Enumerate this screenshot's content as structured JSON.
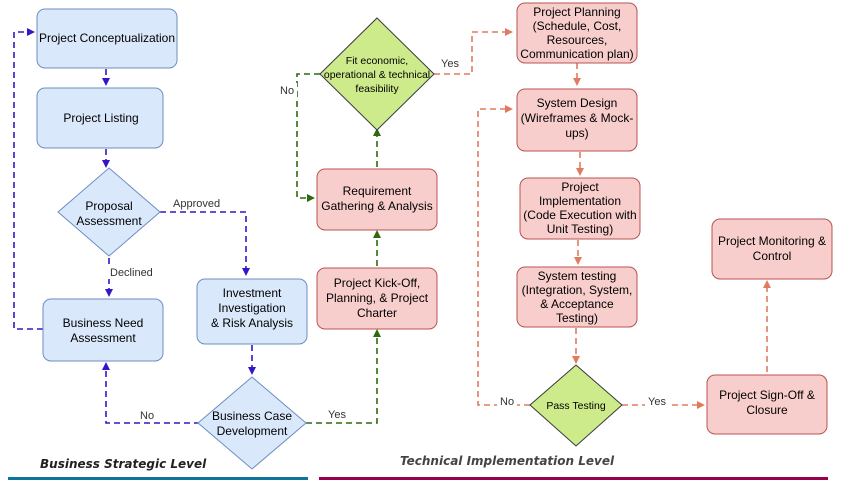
{
  "nodes": {
    "project_conceptualization": "Project Conceptualization",
    "project_listing": "Project Listing",
    "proposal_assessment": [
      "Proposal",
      "Assessment"
    ],
    "business_need_assessment": [
      "Business Need",
      "Assessment"
    ],
    "investment_investigation": [
      "Investment",
      "Investigation",
      "& Risk Analysis"
    ],
    "business_case_development": [
      "Business Case",
      "Development"
    ],
    "fit_feasibility": [
      "Fit economic,",
      "operational & technical",
      "feasibility"
    ],
    "requirement_gathering": [
      "Requirement",
      "Gathering & Analysis"
    ],
    "project_kickoff": [
      "Project Kick-Off,",
      "Planning, & Project",
      "Charter"
    ],
    "project_planning": [
      "Project Planning",
      "(Schedule, Cost,",
      "Resources,",
      "Communication plan)"
    ],
    "system_design": [
      "System Design",
      "(Wireframes & Mock-",
      "ups)"
    ],
    "project_implementation": [
      "Project",
      "Implementation",
      "(Code Execution with",
      "Unit Testing)"
    ],
    "system_testing": [
      "System testing",
      "(Integration, System,",
      "& Acceptance",
      "Testing)"
    ],
    "pass_testing": "Pass Testing",
    "project_signoff": [
      "Project Sign-Off &",
      "Closure"
    ],
    "project_monitoring": [
      "Project Monitoring &",
      "Control"
    ]
  },
  "edge_labels": {
    "approved": "Approved",
    "declined": "Declined",
    "no_business_case": "No",
    "yes_business_case": "Yes",
    "no_fit": "No",
    "yes_fit": "Yes",
    "no_pass": "No",
    "yes_pass": "Yes"
  },
  "levels": {
    "business": "Business Strategic Level",
    "technical": "Technical Implementation Level"
  },
  "colors": {
    "blue_fill": "#dae8fc",
    "blue_stroke": "#6c8ebf",
    "red_fill": "#f8cecc",
    "red_stroke": "#b85450",
    "green_fill": "#cdeb8b",
    "green_stroke": "#36393d",
    "blue_arrow": "#3316c8",
    "green_arrow": "#2d6a0f",
    "orange_arrow": "#e07b5f",
    "business_bar": "#10739e",
    "technical_bar": "#99004d"
  }
}
